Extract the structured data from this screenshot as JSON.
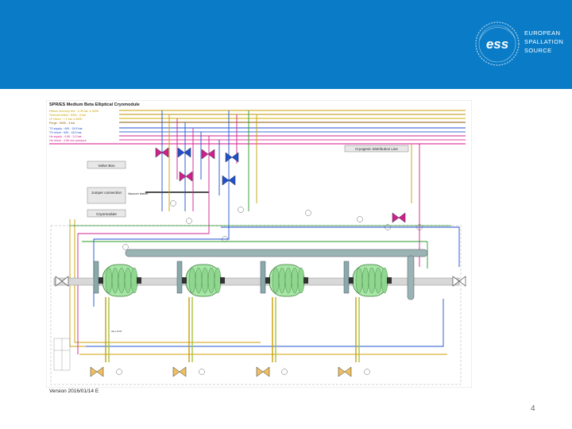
{
  "banner": {
    "color": "#0a7cc7",
    "logo_mark": "ess",
    "logo_lines": [
      "EUROPEAN",
      "SPALLATION",
      "SOURCE"
    ]
  },
  "diagram": {
    "title": "SPR/ES Medium Beta Elliptical Cryomodule",
    "legend_lines": [
      {
        "text": "Helium recovery line : 1.05 bar, 4-300K",
        "color": "#c8a000"
      },
      {
        "text": "Thermal shield : 300K - 6 bar",
        "color": "#c8a000"
      },
      {
        "text": "LP return : < 1 bar 4-300K",
        "color": "#c8a000"
      },
      {
        "text": "Purge : 300K - 3 bar",
        "color": "#8a5a00"
      },
      {
        "text": "TS supply : 40K - 18.5 bar",
        "color": "#2050d0"
      },
      {
        "text": "TS return : 50K - 18.5 bar",
        "color": "#2050d0"
      },
      {
        "text": "He supply : 4.5K - 3.0 bar",
        "color": "#d02090"
      },
      {
        "text": "He return : 4.5K low pressure",
        "color": "#d02090"
      }
    ],
    "labels": {
      "distribution": "Cryogenic Distribution Line",
      "valve_box": "Valve Box",
      "jumper": "Jumper connection",
      "vacuum": "Vacuum barrier",
      "cryomodule": "Cryomodule"
    },
    "version": "Version 2016/01/14 E"
  },
  "page_number": "4"
}
